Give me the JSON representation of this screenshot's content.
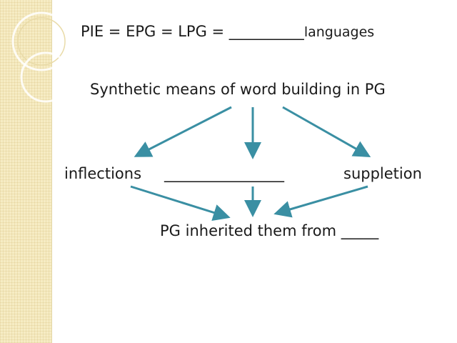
{
  "statement": {
    "text": "PIE = EPG = LPG = __________",
    "suffix": "languages"
  },
  "heading": "Synthetic means of word building in PG",
  "branches": {
    "left": "inflections",
    "middle": "________________",
    "right": "suppletion"
  },
  "result": "PG inherited  them from _____",
  "colors": {
    "arrow": "#3a8fa3",
    "side_panel": "#f6ecc4",
    "text": "#1a1a1a"
  }
}
